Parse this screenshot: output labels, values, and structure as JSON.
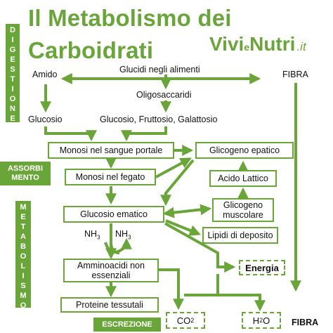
{
  "title_line1": "Il Metabolismo dei",
  "title_line2": "Carboidrati",
  "logo": {
    "part1": "Vivi",
    "part2": "e",
    "part3": "Nutri",
    "part4": ".it"
  },
  "phases": {
    "digestione": [
      "D",
      "I",
      "G",
      "E",
      "S",
      "T",
      "I",
      "O",
      "N",
      "E"
    ],
    "assorbimento_line1": "ASSORBI",
    "assorbimento_line2": "MENTO",
    "metabolismo": [
      "M",
      "E",
      "T",
      "A",
      "B",
      "O",
      "L",
      "I",
      "S",
      "M",
      "O"
    ],
    "escrezione": "ESCREZIONE"
  },
  "labels": {
    "glucidi": "Glucidi negli alimenti",
    "amido": "Amido",
    "fibra_top": "FIBRA",
    "oligosaccaridi": "Oligosaccaridi",
    "glucosio": "Glucosio",
    "monosaccaridi": "Glucosio, Fruttosio, Galattosio",
    "fibra_bottom": "FIBRA",
    "nh3_left": "NH",
    "nh3_right": "NH",
    "sub3": "3"
  },
  "boxes": {
    "monosi_portale": "Monosi nel sangue portale",
    "glicogeno_epatico": "Glicogeno epatico",
    "monosi_fegato": "Monosi nel fegato",
    "acido_lattico": "Acido Lattico",
    "glucosio_ematico": "Glucosio ematico",
    "glicogeno_musc_1": "Glicogeno",
    "glicogeno_musc_2": "muscolare",
    "lipidi": "Lipidi di deposito",
    "amminoacidi_1": "Amminoacidi non",
    "amminoacidi_2": "essenziali",
    "energia": "Energia",
    "proteine": "Proteine tessutali",
    "co2": "CO",
    "co2_sub": "2",
    "h2o_a": "H",
    "h2o_sub": "2",
    "h2o_b": "O"
  },
  "colors": {
    "accent": "#6aa53a",
    "text": "#111111"
  }
}
